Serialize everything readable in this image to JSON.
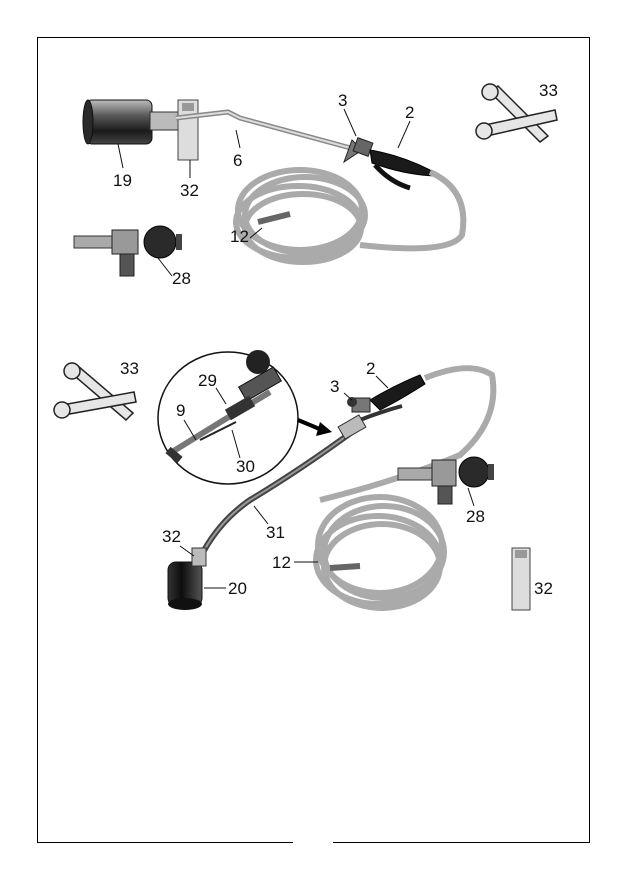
{
  "figure_top": {
    "labels": {
      "hose_top": "12",
      "handle_top": "2",
      "valve_top": "3",
      "wrench_top": "33",
      "regulator_top": "28",
      "burner_top": "19",
      "clip_top": "32",
      "tube_top": "6"
    }
  },
  "figure_bottom": {
    "labels": {
      "wrench_bottom": "33",
      "valve_bottom": "3",
      "handle_bottom": "2",
      "hook_detail": "29",
      "rod_detail": "9",
      "connector_detail": "30",
      "regulator_bottom": "28",
      "bent_tube": "31",
      "clip_bottom": "32",
      "burner_bottom": "20",
      "hose_bottom": "12",
      "spare_clip": "32"
    }
  },
  "colors": {
    "line": "#111111",
    "metal": "#9a9a9a",
    "hose": "#c9c9c9",
    "dark": "#1a1a1a"
  }
}
